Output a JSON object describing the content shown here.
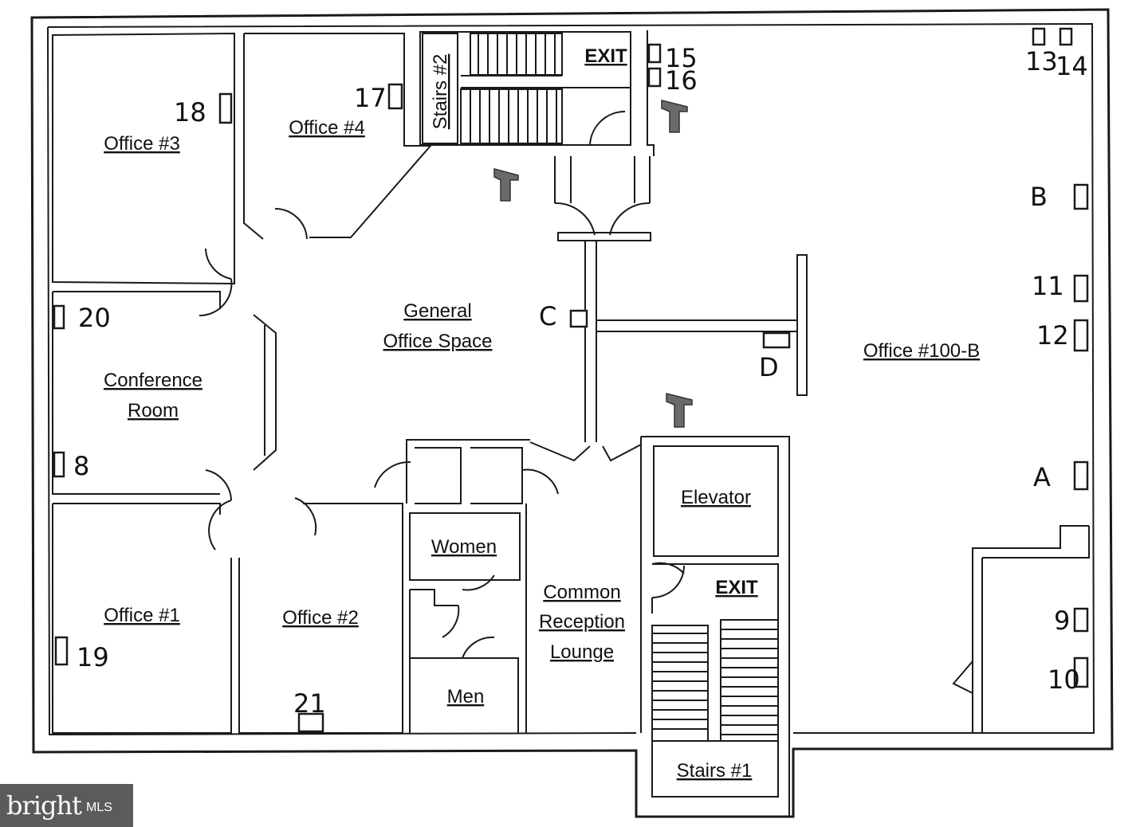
{
  "rooms": {
    "office_3": "Office #3",
    "office_4": "Office #4",
    "stairs_2": "Stairs #2",
    "exit_top": "EXIT",
    "general_line1": "General",
    "general_line2": "Office Space",
    "conference_line1": "Conference",
    "conference_line2": "Room",
    "office_100b": "Office #100-B",
    "elevator": "Elevator",
    "women": "Women",
    "men": "Men",
    "lounge_line1": "Common",
    "lounge_line2": "Reception",
    "lounge_line3": "Lounge",
    "exit_bottom": "EXIT",
    "stairs_1": "Stairs #1",
    "office_1": "Office #1",
    "office_2": "Office #2"
  },
  "markers": {
    "m13": "13",
    "m14": "14",
    "m15": "15",
    "m16": "16",
    "m17": "17",
    "m18": "18",
    "m20": "20",
    "m8": "8",
    "m19": "19",
    "m21": "21",
    "mB": "B",
    "m11": "11",
    "m12": "12",
    "mA": "A",
    "m9": "9",
    "m10": "10",
    "mC": "C",
    "mD": "D"
  },
  "watermark": {
    "brand": "bright",
    "suffix": "MLS"
  }
}
